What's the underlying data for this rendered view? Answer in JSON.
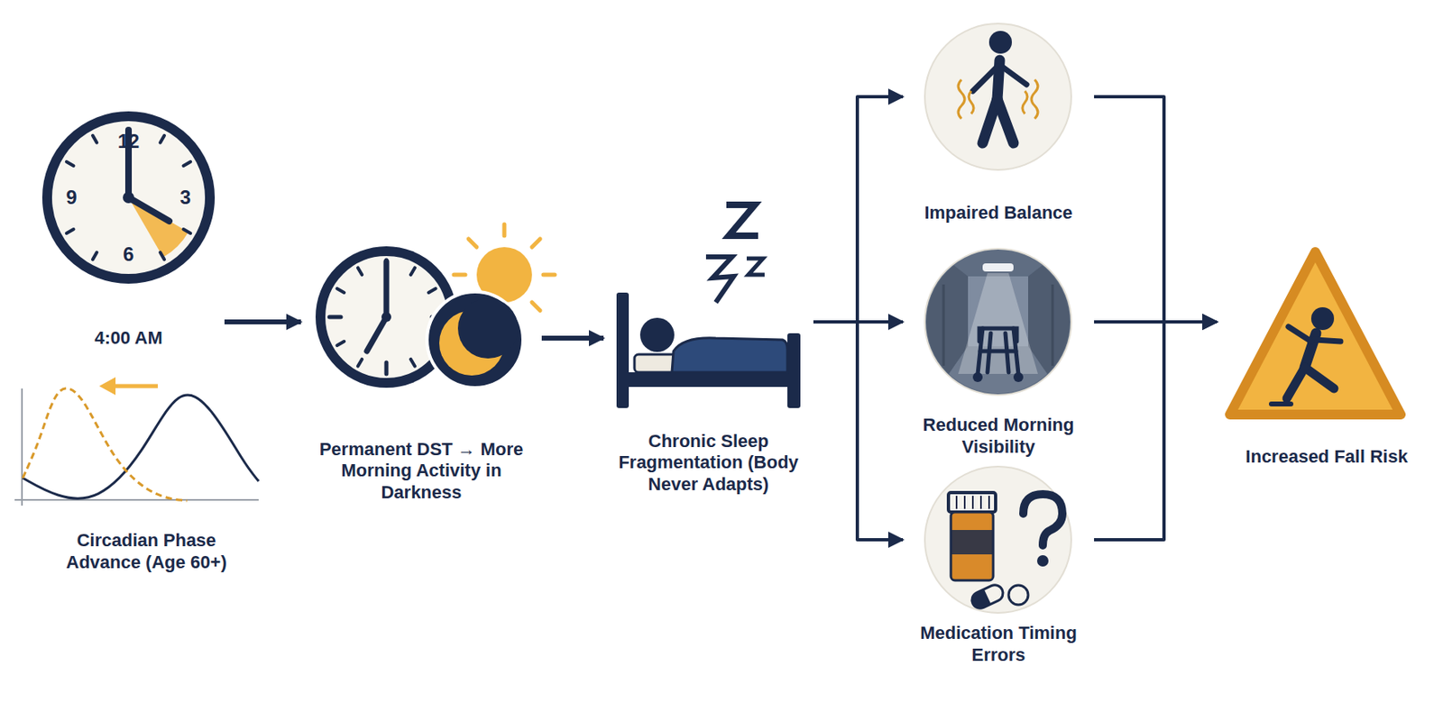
{
  "diagram": {
    "nodes": [
      {
        "text": [
          "4:00 AM"
        ]
      },
      {
        "text": [
          "Circadian Phase Advance (Age 60+)"
        ]
      },
      {
        "text": [
          "Permanent DST → More Morning Activity in Darkness"
        ]
      },
      {
        "text": [
          "Chronic Sleep Fragmentation (Body Never Adapts)"
        ]
      },
      {
        "text": [
          "Impaired Balance"
        ]
      },
      {
        "text": [
          "Reduced Morning Visibility"
        ]
      },
      {
        "text": [
          "Medication Timing Errors"
        ]
      },
      {
        "text": [
          "Increased Fall Risk"
        ]
      }
    ],
    "edges": [
      {
        "from": 0,
        "to": 2,
        "arrow": "to"
      },
      {
        "from": 2,
        "to": 3,
        "arrow": "to"
      },
      {
        "from": 3,
        "to": 4,
        "arrow": "to"
      },
      {
        "from": 3,
        "to": 5,
        "arrow": "to"
      },
      {
        "from": 3,
        "to": 6,
        "arrow": "to"
      },
      {
        "from": 4,
        "to": 7,
        "arrow": "to"
      },
      {
        "from": 5,
        "to": 7,
        "arrow": "to"
      },
      {
        "from": 6,
        "to": 7,
        "arrow": "to"
      }
    ],
    "labels": [
      "12",
      "3",
      "6",
      "9"
    ]
  }
}
